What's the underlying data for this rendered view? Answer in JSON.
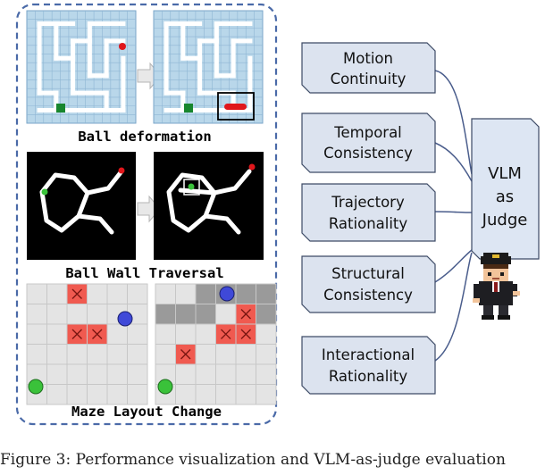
{
  "left_panel": {
    "captions": [
      "Ball deformation",
      "Ball Wall Traversal",
      "Maze Layout Change"
    ]
  },
  "criteria": [
    {
      "line1": "Motion",
      "line2": "Continuity"
    },
    {
      "line1": "Temporal",
      "line2": "Consistency"
    },
    {
      "line1": "Trajectory",
      "line2": "Rationality"
    },
    {
      "line1": "Structural",
      "line2": "Consistency"
    },
    {
      "line1": "Interactional",
      "line2": "Rationality"
    }
  ],
  "judge": {
    "line1": "VLM",
    "line2": "as",
    "line3": "Judge"
  },
  "colors": {
    "panel_border": "#4a6aa8",
    "box_fill": "#dce3ef",
    "box_border": "#3d4a66",
    "judge_fill": "#dde6f3",
    "connector": "#4a5d8c",
    "maze_cell": "#b9d7ea",
    "maze_wall": "#ffffff",
    "ball_red": "#e0161b",
    "goal_green": "#18862e",
    "grid_red": "#f05a50",
    "grid_blue": "#3f49d8",
    "grid_green": "#3ac23a"
  },
  "footer_text": "Figure 3: Performance visualization and VLM-as-judge evaluation"
}
